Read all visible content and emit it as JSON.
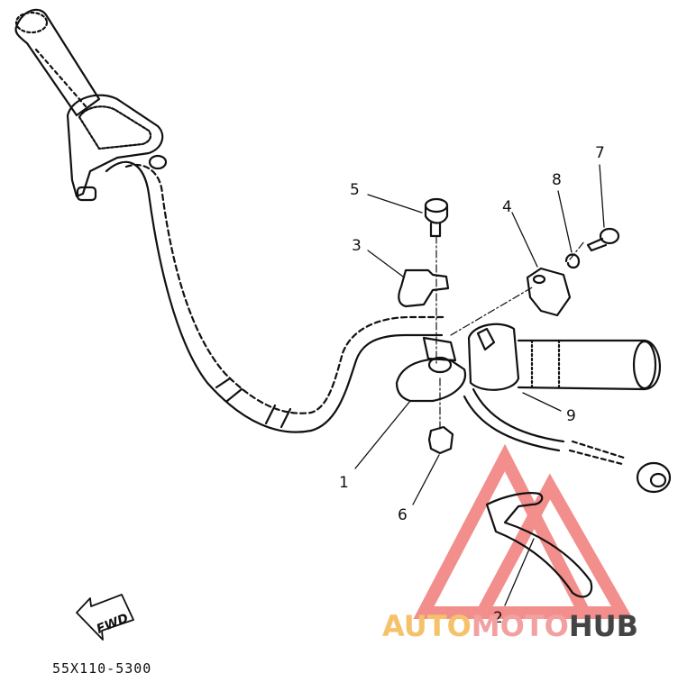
{
  "callouts": [
    {
      "id": "1",
      "label": "1"
    },
    {
      "id": "2",
      "label": "2"
    },
    {
      "id": "3",
      "label": "3"
    },
    {
      "id": "4",
      "label": "4"
    },
    {
      "id": "5",
      "label": "5"
    },
    {
      "id": "6",
      "label": "6"
    },
    {
      "id": "7",
      "label": "7"
    },
    {
      "id": "8",
      "label": "8"
    },
    {
      "id": "9",
      "label": "9"
    }
  ],
  "fwd_label": "FWD",
  "part_code": "55X110-5300",
  "watermark": {
    "part1": "AUTO",
    "part2": "MOTO",
    "part3": "HUB",
    "colors": {
      "auto": "#f5c26b",
      "moto": "#f2a0a0",
      "hub": "#444444",
      "logo": "#e8332f"
    }
  }
}
